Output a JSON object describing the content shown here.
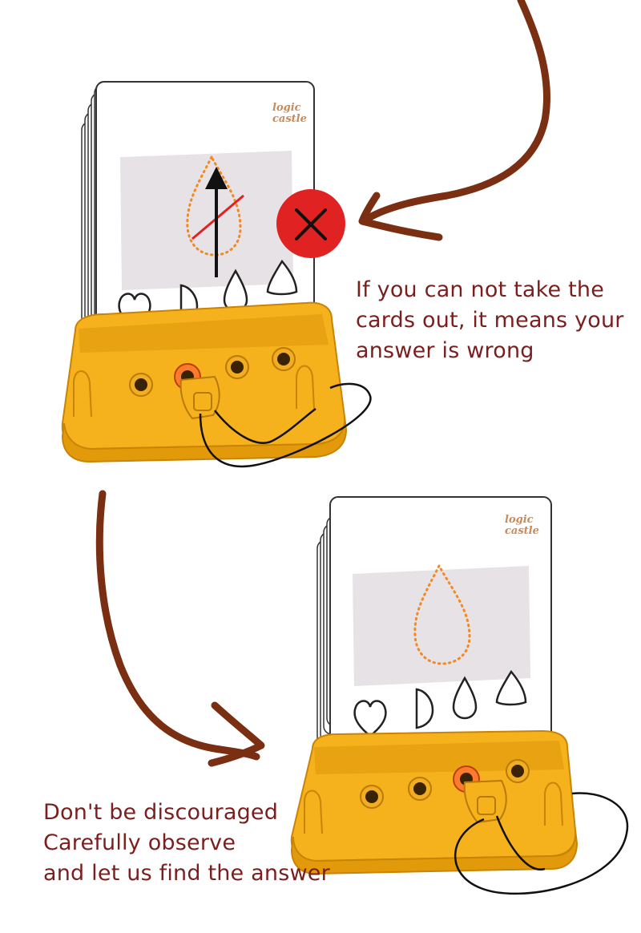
{
  "logo": {
    "line1": "logic",
    "line2": "castle"
  },
  "caption_wrong": {
    "lines": [
      "If you can not take the",
      "cards out, it means your",
      "answer is wrong"
    ]
  },
  "caption_encourage": {
    "lines": [
      "Don't be discouraged",
      "Carefully observe",
      "and let us find the answer"
    ]
  },
  "colors": {
    "base_yellow": "#f5b21c",
    "base_shadow": "#e39a0a",
    "dotted_orange": "#f08a24",
    "wrong_red": "#e02222",
    "text_brown": "#7a1e1e",
    "arrow_brown": "#7a2e12",
    "card_gray": "#e7e2e5"
  },
  "icons": {
    "wrong": "x-mark-in-red-circle-icon",
    "arrow": "hand-drawn-arrow-icon"
  }
}
